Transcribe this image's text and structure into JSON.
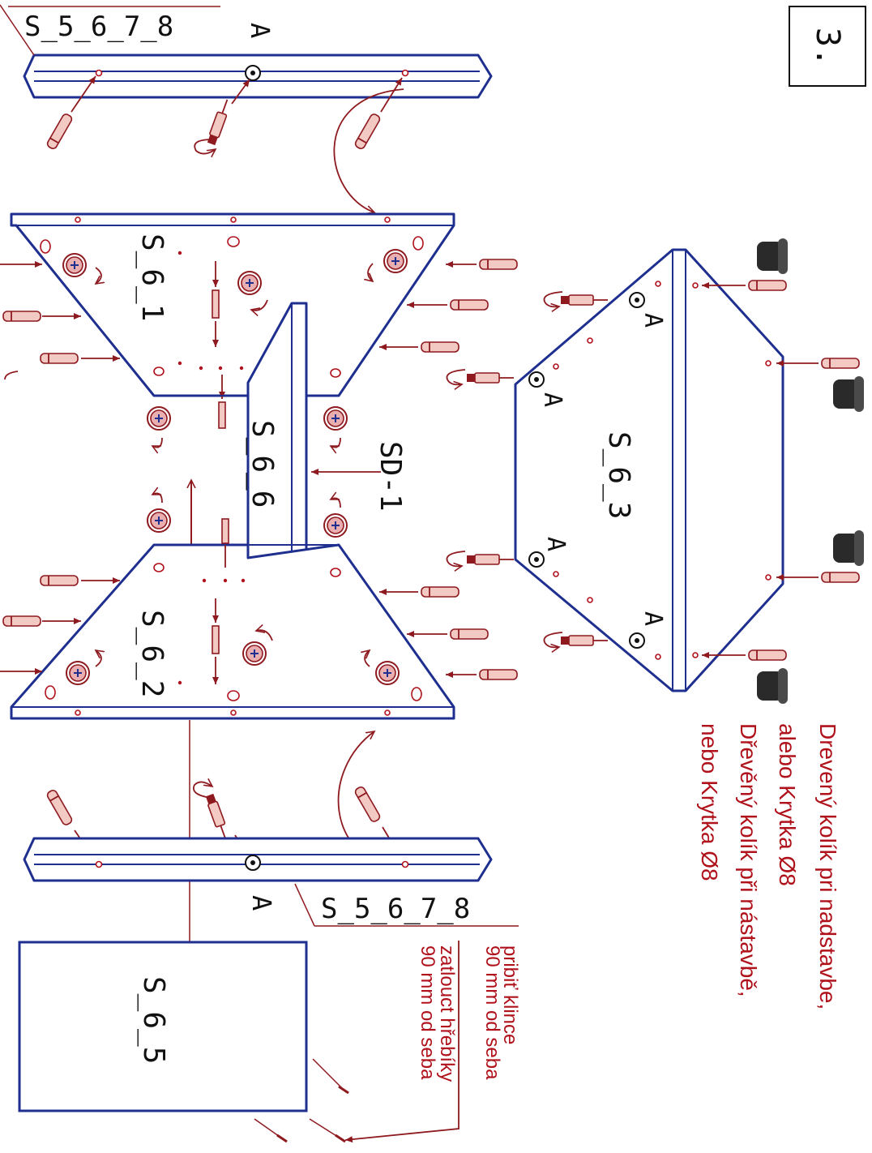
{
  "step_number": "3.",
  "parts": {
    "top_rail": "S_5_6_7_8",
    "bottom_rail": "S_5_6_7_8",
    "panel_top": "S_6_1",
    "panel_bottom": "S_6_2",
    "center_board": "S_6_6",
    "right_panel": "S_6_3",
    "box": "S_6_5",
    "connector": "SD-1"
  },
  "markers": {
    "a1": "A",
    "a2": "A",
    "a3": "A",
    "a4": "A",
    "a5": "A",
    "a6": "A"
  },
  "notes": {
    "dowel_sk_1": "Drevený kolík pri nadstavbe,",
    "dowel_sk_2": "alebo Krytka Ø8",
    "dowel_cz_1": "Dřevěný kolík při nástavbě,",
    "dowel_cz_2": "nebo Krytka Ø8",
    "nails_sk_1": "pribiť klince",
    "nails_sk_2": "90 mm od seba",
    "nails_cz_1": "zatlouct hřebíky",
    "nails_cz_2": "90 mm od seba"
  },
  "colors": {
    "outline": "#1e2f8f",
    "accent": "#b0121c",
    "hardware": "#8e1a1f"
  }
}
